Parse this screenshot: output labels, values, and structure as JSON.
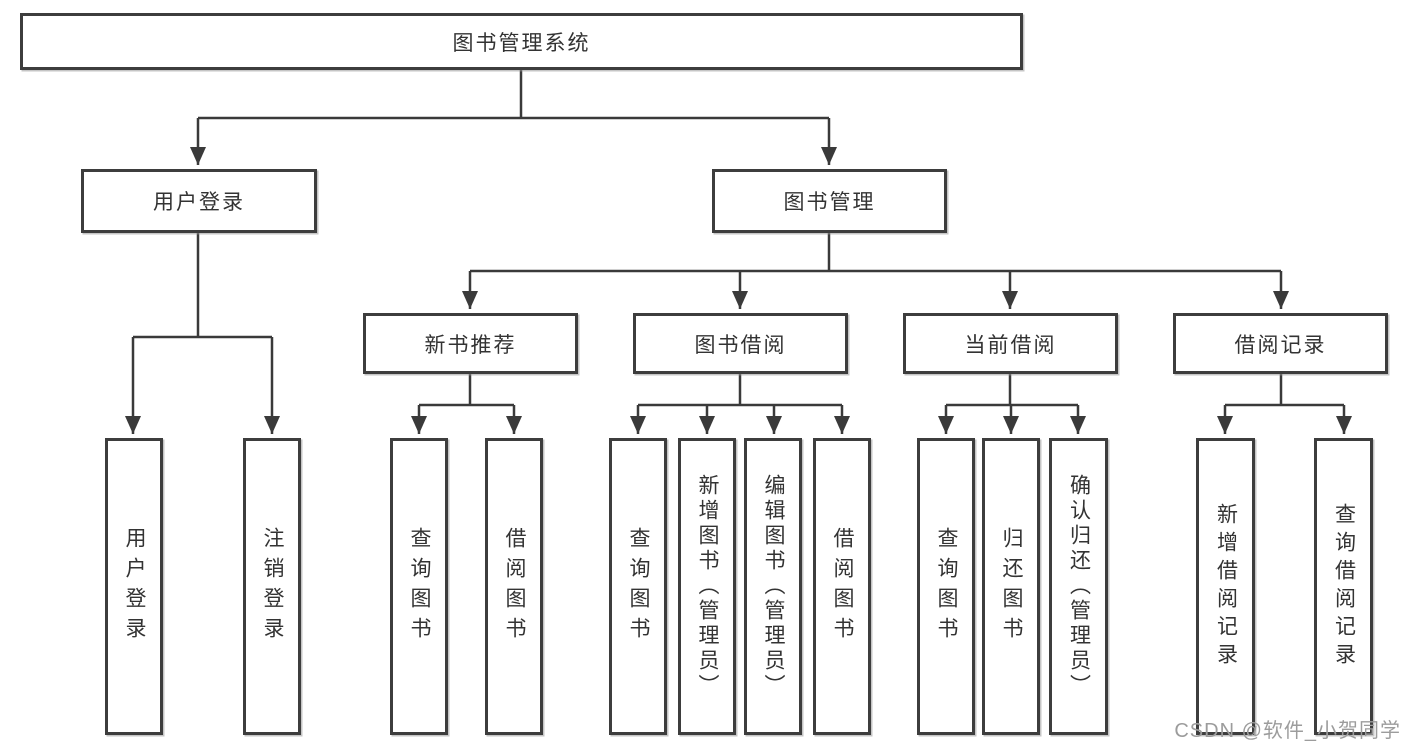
{
  "tree": {
    "root": "图书管理系统",
    "branches": [
      {
        "label": "用户登录",
        "children": [
          "用户登录",
          "注销登录"
        ]
      },
      {
        "label": "图书管理",
        "sections": [
          {
            "label": "新书推荐",
            "children": [
              "查询图书",
              "借阅图书"
            ]
          },
          {
            "label": "图书借阅",
            "children": [
              "查询图书",
              "新增图书（管理员）",
              "编辑图书（管理员）",
              "借阅图书"
            ]
          },
          {
            "label": "当前借阅",
            "children": [
              "查询图书",
              "归还图书",
              "确认归还（管理员）"
            ]
          },
          {
            "label": "借阅记录",
            "children": [
              "新增借阅记录",
              "查询借阅记录"
            ]
          }
        ]
      }
    ]
  },
  "watermark": "CSDN @软件_小贺同学",
  "colors": {
    "line": "#3a3a3a",
    "box_border": "#3d3d3d",
    "text": "#333333",
    "background": "#ffffff",
    "watermark": "#9c9c9c"
  }
}
